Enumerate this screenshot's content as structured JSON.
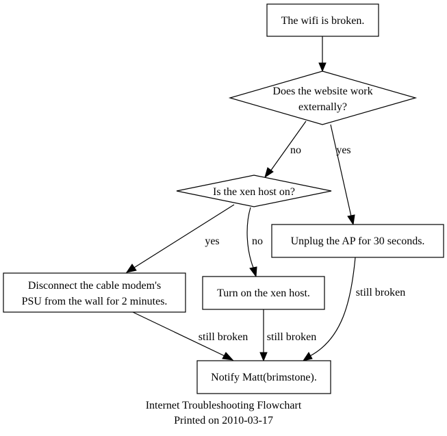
{
  "nodes": {
    "wifi_broken": "The wifi is broken.",
    "website_external": [
      "Does the website work",
      "externally?"
    ],
    "xen_host_on": "Is the xen host on?",
    "unplug_ap": "Unplug the AP for 30 seconds.",
    "disconnect_modem": [
      "Disconnect the cable modem's",
      "PSU from the wall for 2 minutes."
    ],
    "turn_on_xen": "Turn on the xen host.",
    "notify_matt": "Notify Matt(brimstone)."
  },
  "edges": {
    "no_1": "no",
    "yes_1": "yes",
    "yes_2": "yes",
    "no_2": "no",
    "still_broken_1": "still broken",
    "still_broken_2": "still broken",
    "still_broken_3": "still broken"
  },
  "caption": {
    "title": "Internet Troubleshooting Flowchart",
    "printed": "Printed on 2010-03-17"
  }
}
